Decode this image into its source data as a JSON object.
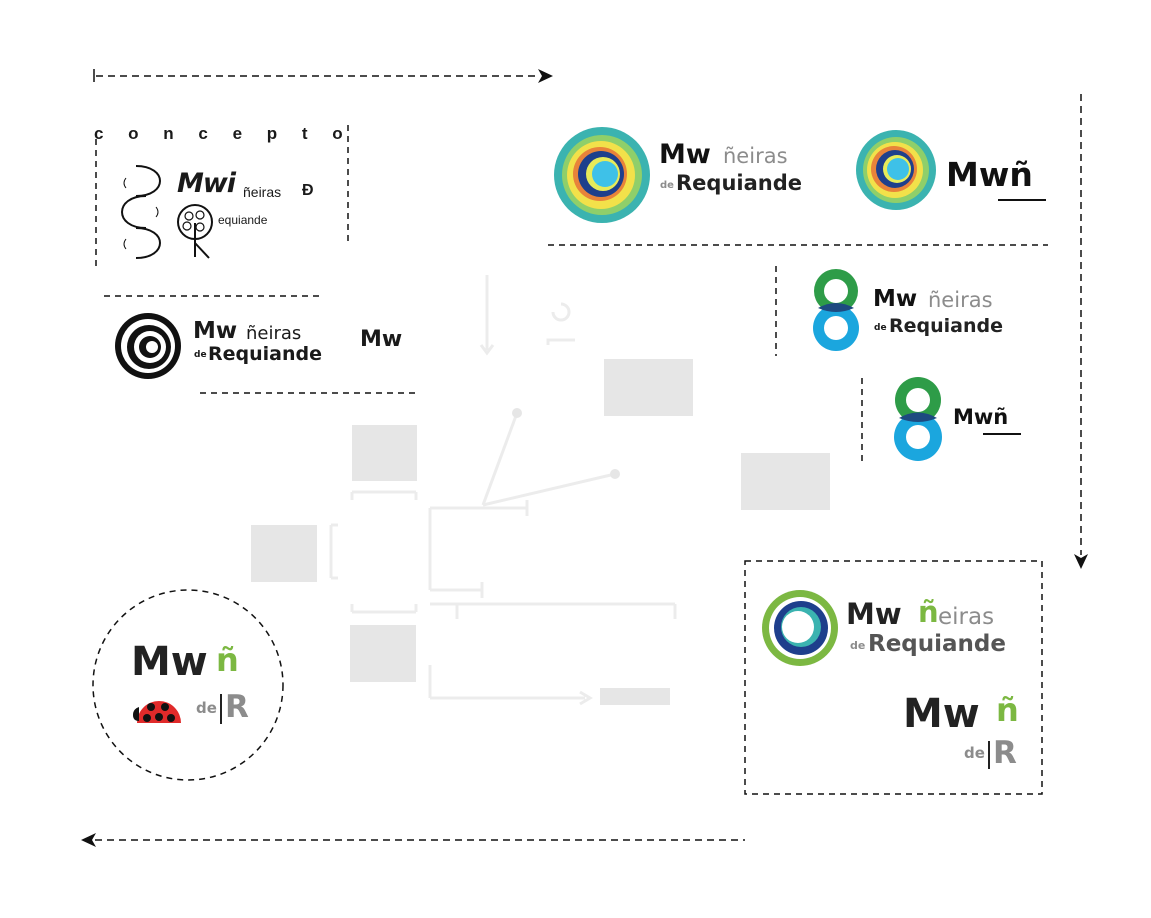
{
  "concept": {
    "label": "c o n c e p t o",
    "mark_main": "Mwi",
    "mark_neiras": "ñeiras",
    "mark_d": "Đ",
    "mark_equiande": "equiande"
  },
  "logos": {
    "mw": "Mw",
    "wn": "wñ",
    "w": "w",
    "mwn": "Mwñ",
    "eiras": "eiras",
    "neiras": "ñeiras",
    "de": "de",
    "requiande": "Requiande",
    "r": "R",
    "n_tilde": "ñ"
  },
  "colors": {
    "teal_outer": "#3bb3b0",
    "yellow": "#f2e14a",
    "dark_blue": "#1e3f8c",
    "light_blue": "#3ec1e8",
    "green": "#2e9c48",
    "blue_ring": "#1ba6de",
    "lime": "#7cb842",
    "grey_text": "#8c8c8c",
    "ladybug_red": "#e02a2a"
  }
}
